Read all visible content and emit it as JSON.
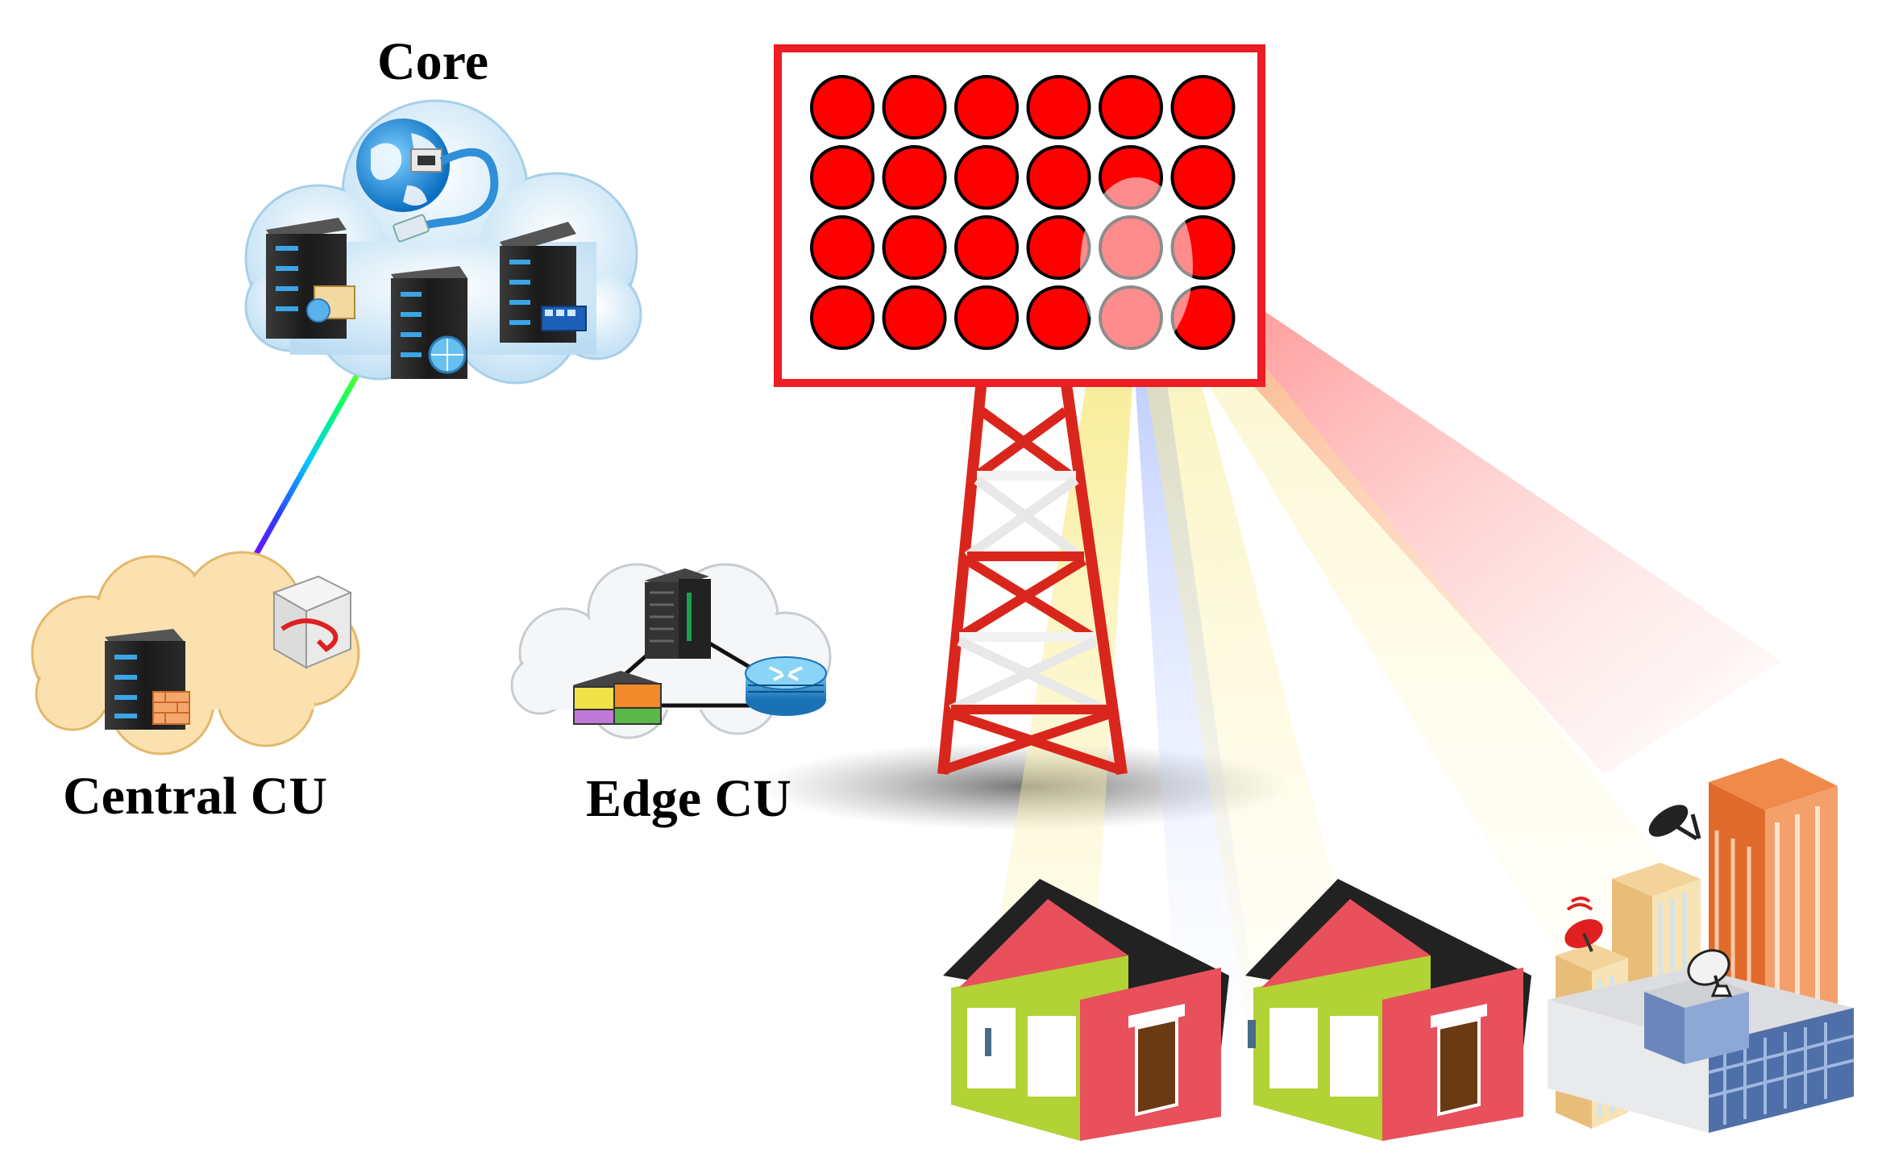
{
  "labels": {
    "core": "Core",
    "central_cu": "Central CU",
    "edge_cu": "Edge CU"
  },
  "antenna_array": {
    "rows": 4,
    "columns": 6
  },
  "colors": {
    "array_frame": "#ee1c24",
    "antenna_element": "#ff0000",
    "core_cloud": "#cfe8f7",
    "central_cloud": "#fbe1b0",
    "edge_cloud": "#f4f6f8",
    "tower_red": "#d9261c",
    "tower_white": "#f2f2f2",
    "house_wall": "#e8505b",
    "house_trim": "#b2d235",
    "house_roof": "#222222"
  }
}
